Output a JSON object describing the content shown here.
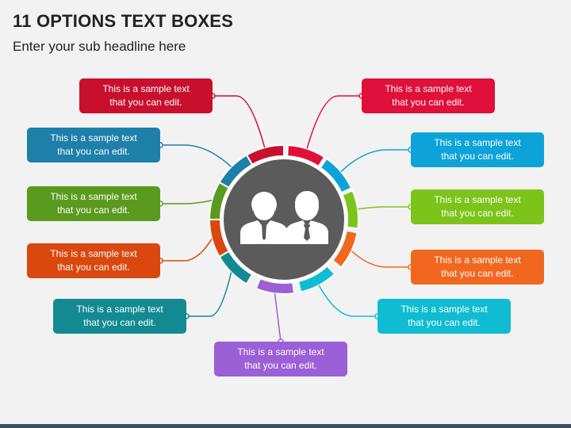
{
  "title": "11 OPTIONS TEXT BOXES",
  "subtitle": "Enter your sub headline here",
  "boxes": [
    {
      "text": "This is a sample text\nthat you can edit.",
      "color": "#c8102e"
    },
    {
      "text": "This is a sample text\nthat you can edit.",
      "color": "#e0103a"
    },
    {
      "text": "This is a sample text\nthat you can edit.",
      "color": "#1e7fa8"
    },
    {
      "text": "This is a sample text\nthat you can edit.",
      "color": "#0ea3d8"
    },
    {
      "text": "This is a sample text\nthat you can edit.",
      "color": "#5a9a1e"
    },
    {
      "text": "This is a sample text\nthat you can edit.",
      "color": "#7cc41a"
    },
    {
      "text": "This is a sample text\nthat you can edit.",
      "color": "#d9480f"
    },
    {
      "text": "This is a sample text\nthat you can edit.",
      "color": "#f2671f"
    },
    {
      "text": "This is a sample text\nthat you can edit.",
      "color": "#138a92"
    },
    {
      "text": "This is a sample text\nthat you can edit.",
      "color": "#10bcd2"
    },
    {
      "text": "This is a sample text\nthat you can edit.",
      "color": "#9b5fd6"
    }
  ],
  "center": {
    "icon": "businessmen-icon",
    "color": "#5b5b5b"
  }
}
